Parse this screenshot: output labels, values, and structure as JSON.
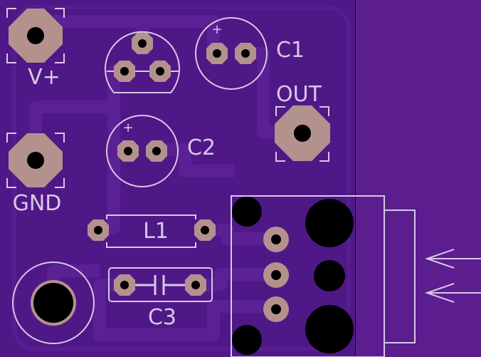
{
  "colors": {
    "background": "#5c1d8f",
    "board": "#4f1887",
    "copper_pour": "#5a2094",
    "pad": "#b3928d",
    "silkscreen": "#d8c8e8",
    "drill": "#000000"
  },
  "labels": {
    "vplus": "V+",
    "gnd": "GND",
    "c1": "C1",
    "c2": "C2",
    "out": "OUT",
    "l1": "L1",
    "c3": "C3",
    "plus_c1": "+",
    "plus_c2": "+"
  },
  "icons": {
    "arrow_top": "arrow-left-icon",
    "arrow_bottom": "arrow-left-icon"
  }
}
